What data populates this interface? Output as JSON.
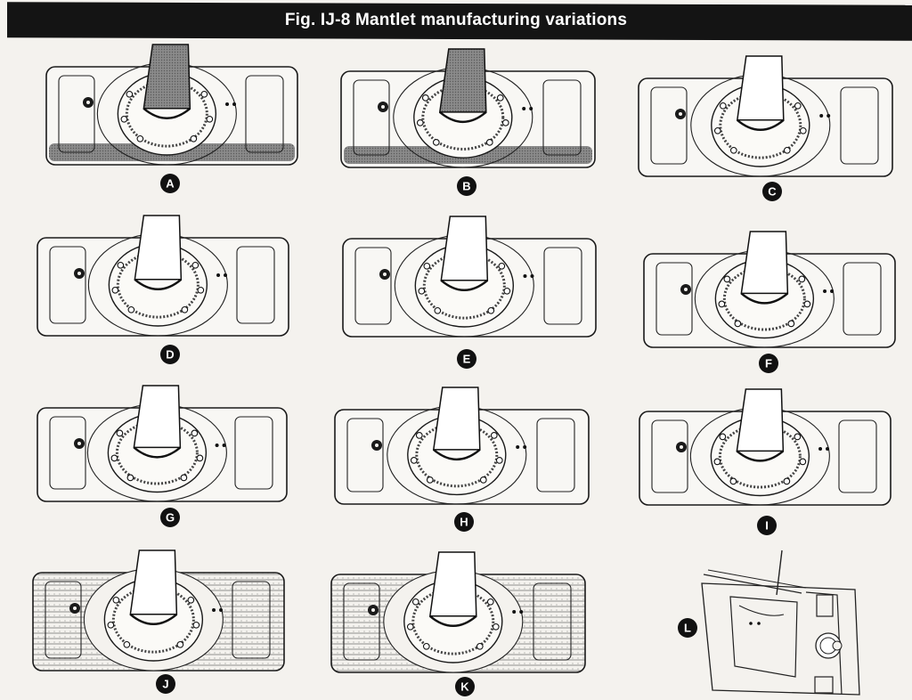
{
  "figure": {
    "title": "Fig. IJ-8 Mantlet manufacturing variations"
  },
  "variants": [
    "A",
    "B",
    "C",
    "D",
    "E",
    "F",
    "G",
    "H",
    "I",
    "J",
    "K",
    "L"
  ]
}
